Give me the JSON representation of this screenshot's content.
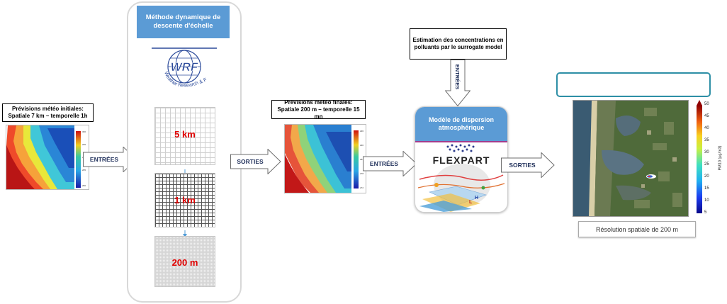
{
  "input_box": {
    "line1": "Prévisions météo initiales:",
    "line2": "Spatiale 7 km – temporelle 1h"
  },
  "arrow1": {
    "label": "ENTRÉES"
  },
  "method": {
    "title_line1": "Méthode dynamique de",
    "title_line2": "descente d'échelle"
  },
  "wrf": {
    "logo": "WRF",
    "ring_text": "Weather Research & Forecasting"
  },
  "grids": [
    {
      "label": "5 km"
    },
    {
      "label": "1 km"
    },
    {
      "label": "200 m"
    }
  ],
  "arrow2": {
    "label": "SORTIES"
  },
  "output_box": {
    "line1": "Prévisions météo finales:",
    "line2": "Spatiale 200 m – temporelle 15 mn"
  },
  "arrow3": {
    "label": "ENTRÉES"
  },
  "surrogate": {
    "line1": "Estimation des concentrations en",
    "line2": "polluants par le surrogate model"
  },
  "arrow_down": {
    "label": "ENTRÉES"
  },
  "dispersion": {
    "title_line1": "Modèle de dispersion",
    "title_line2": "atmosphérique"
  },
  "flexpart": {
    "logo": "FLEXPART"
  },
  "arrow4": {
    "label": "SORTIES"
  },
  "result": {
    "caption": "Résolution spatiale de 200 m"
  },
  "colorbar": {
    "title": "PM10 (µg/m3)",
    "ticks": [
      "50",
      "45",
      "40",
      "35",
      "30",
      "25",
      "20",
      "15",
      "10",
      "5"
    ]
  },
  "colors": {
    "blue_header": "#5b9bd5",
    "teal_border": "#2e8fa6",
    "red_label": "#e00000",
    "arrow_text": "#1f2f5a"
  }
}
